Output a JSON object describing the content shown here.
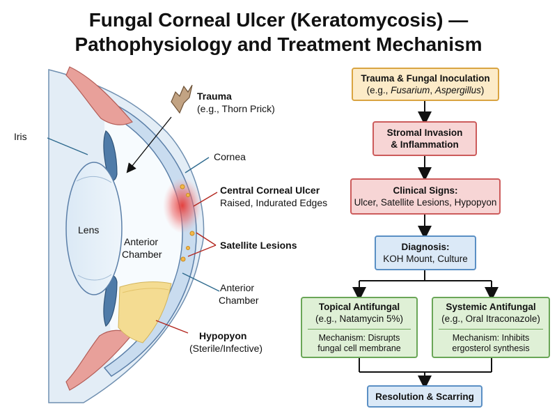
{
  "title": {
    "line1": "Fungal Corneal Ulcer (Keratomycosis) —",
    "line2": "Pathophysiology and Treatment Mechanism"
  },
  "anatomy": {
    "iris": "Iris",
    "lens": "Lens",
    "anterior_chamber_inner_1": "Anterior",
    "anterior_chamber_inner_2": "Chamber",
    "trauma_title": "Trauma",
    "trauma_sub": "(e.g., Thorn Prick)",
    "cornea": "Cornea",
    "ulcer_title": "Central Corneal Ulcer",
    "ulcer_sub": "Raised, Indurated Edges",
    "satellite": "Satellite Lesions",
    "anterior_chamber_outer_1": "Anterior",
    "anterior_chamber_outer_2": "Chamber",
    "hypopyon_title": "Hypopyon",
    "hypopyon_sub": "(Sterile/Infective)"
  },
  "flow": {
    "step1_title": "Trauma & Fungal Inoculation",
    "step1_prefix": "(e.g., ",
    "step1_org1": "Fusarium",
    "step1_sep": ", ",
    "step1_org2": "Aspergillus",
    "step1_suffix": ")",
    "step2_line1": "Stromal Invasion",
    "step2_line2": "& Inflammation",
    "step3_title": "Clinical Signs:",
    "step3_sub": "Ulcer, Satellite Lesions, Hypopyon",
    "step4_title": "Diagnosis:",
    "step4_sub": "KOH Mount, Culture",
    "topical_title": "Topical Antifungal",
    "topical_sub": "(e.g., Natamycin 5%)",
    "topical_mech1": "Mechanism: Disrupts",
    "topical_mech2": "fungal cell membrane",
    "systemic_title": "Systemic Antifungal",
    "systemic_sub": "(e.g., Oral Itraconazole)",
    "systemic_mech1": "Mechanism: Inhibits",
    "systemic_mech2": "ergosterol synthesis",
    "final": "Resolution & Scarring"
  },
  "colors": {
    "orange_border": "#d9a441",
    "red_border": "#cc5b5b",
    "blue_border": "#5a8fc4",
    "green_border": "#6aa657",
    "ulcer_red": "#e53935",
    "hypopyon_yellow": "#f4dc92"
  }
}
